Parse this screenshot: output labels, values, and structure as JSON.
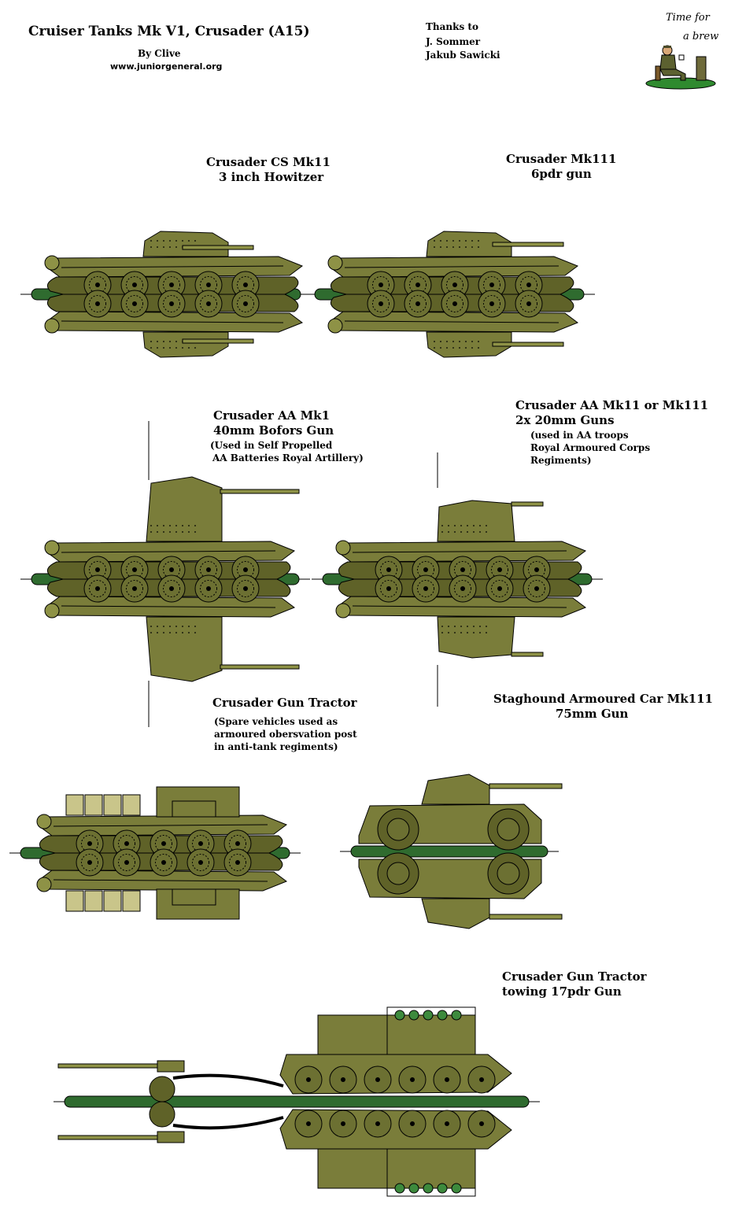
{
  "header": {
    "title": "Cruiser Tanks Mk V1, Crusader (A15)",
    "byline": "By Clive",
    "website": "www.juniorgeneral.org",
    "thanks_heading": "Thanks to",
    "thanks_names": [
      "J. Sommer",
      "Jakub Sawicki"
    ],
    "logo_text_line1": "Time for",
    "logo_text_line2": "a brew"
  },
  "vehicles": [
    {
      "name": "Crusader CS Mk11",
      "desc": "3 inch Howitzer",
      "notes": []
    },
    {
      "name": "Crusader Mk111",
      "desc": "6pdr gun",
      "notes": []
    },
    {
      "name": "Crusader AA Mk1",
      "desc": "40mm Bofors Gun",
      "notes": [
        "(Used in Self Propelled",
        "AA Batteries Royal Artillery)"
      ]
    },
    {
      "name": "Crusader AA Mk11 or Mk111",
      "desc": "2x 20mm Guns",
      "notes": [
        "(used in AA troops",
        "Royal Armoured Corps",
        "Regiments)"
      ]
    },
    {
      "name": "Crusader Gun Tractor",
      "desc": "",
      "notes": [
        "(Spare vehicles used as",
        "armoured obersvation post",
        "in anti-tank regiments)"
      ]
    },
    {
      "name": "Staghound Armoured Car Mk111",
      "desc": "75mm Gun",
      "notes": []
    },
    {
      "name": "Crusader Gun Tractor",
      "desc": "towing 17pdr Gun",
      "notes": []
    }
  ],
  "colors": {
    "olive": "#7a7d3a",
    "olive_dark": "#5f6228",
    "olive_light": "#8e9246",
    "base_green": "#2f6b2f",
    "wheel": "#6c7032",
    "outline": "#000000"
  }
}
